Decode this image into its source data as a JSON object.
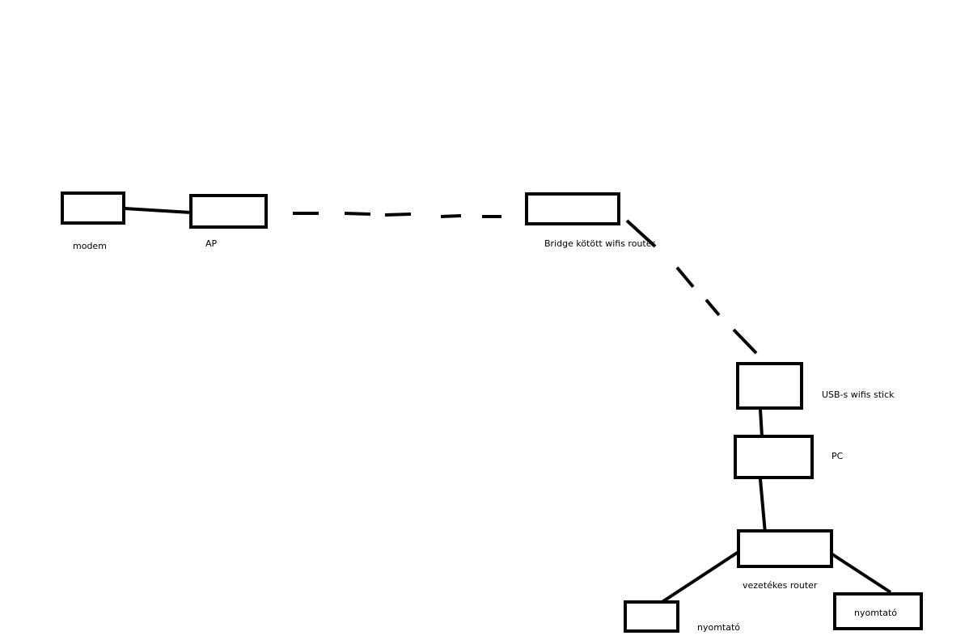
{
  "diagram": {
    "nodes": {
      "modem": {
        "label": "modem"
      },
      "ap": {
        "label": "AP"
      },
      "bridge_router": {
        "label": "Bridge kötött wifis router"
      },
      "usb_stick": {
        "label": "USB-s wifis stick"
      },
      "pc": {
        "label": "PC"
      },
      "wired_router": {
        "label": "vezetékes router"
      },
      "printer_left": {
        "label": "nyomtató"
      },
      "printer_right": {
        "label": "nyomtató"
      }
    },
    "connections": [
      {
        "from": "modem",
        "to": "ap",
        "style": "solid"
      },
      {
        "from": "ap",
        "to": "bridge_router",
        "style": "dashed"
      },
      {
        "from": "bridge_router",
        "to": "usb_stick",
        "style": "dashed"
      },
      {
        "from": "usb_stick",
        "to": "pc",
        "style": "solid"
      },
      {
        "from": "pc",
        "to": "wired_router",
        "style": "solid"
      },
      {
        "from": "wired_router",
        "to": "printer_left",
        "style": "solid"
      },
      {
        "from": "wired_router",
        "to": "printer_right",
        "style": "solid"
      }
    ],
    "colors": {
      "stroke": "#000000",
      "background": "#ffffff"
    }
  }
}
